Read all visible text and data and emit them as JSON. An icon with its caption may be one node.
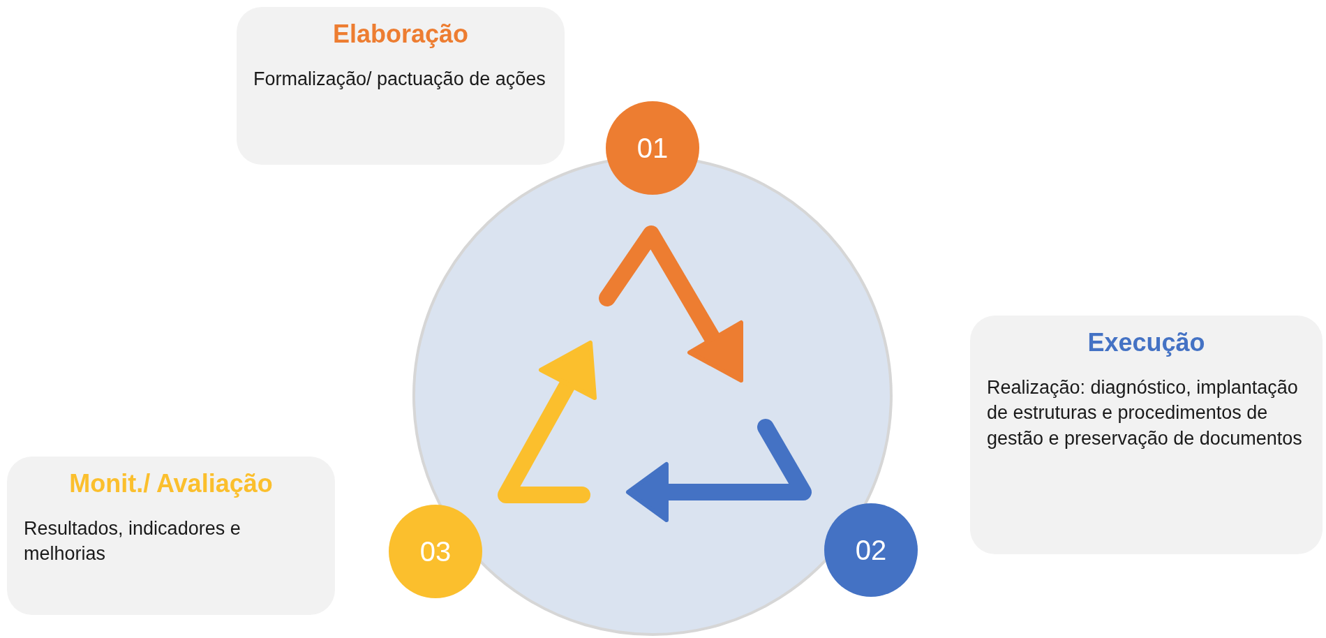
{
  "diagram": {
    "nodes": [
      {
        "text": [
          "Elaboração",
          "Formalização/ pactuação de ações"
        ]
      },
      {
        "text": [
          "01"
        ]
      },
      {
        "text": [
          "Execução",
          "Realização: diagnóstico, implantação de estruturas e procedimentos de gestão e preservação de documentos"
        ]
      },
      {
        "text": [
          "Monit./ Avaliação",
          "Resultados, indicadores e melhorias"
        ]
      },
      {
        "text": [
          "02"
        ]
      },
      {
        "text": [
          "03"
        ]
      }
    ]
  }
}
